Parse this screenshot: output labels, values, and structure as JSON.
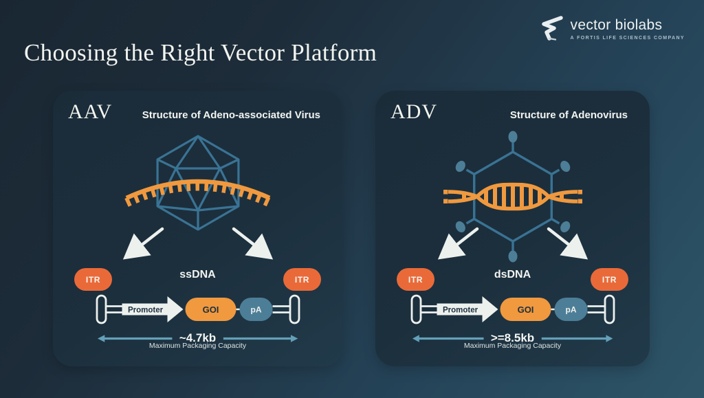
{
  "logo": {
    "name": "vector biolabs",
    "tagline": "A FORTIS LIFE SCIENCES COMPANY"
  },
  "title": "Choosing the Right Vector Platform",
  "panels": [
    {
      "code": "AAV",
      "title": "Structure of Adeno-associated Virus",
      "virus_icon": "icosahedral-capsid-with-ssdna-icon",
      "genome_label": "ssDNA",
      "itr_left": "ITR",
      "itr_right": "ITR",
      "promoter": "Promoter",
      "goi": "GOI",
      "pa": "pA",
      "capacity": "~4.7kb",
      "capacity_label": "Maximum Packaging Capacity"
    },
    {
      "code": "ADV",
      "title": "Structure of Adenovirus",
      "virus_icon": "hexagonal-capsid-with-fibers-dsdna-icon",
      "genome_label": "dsDNA",
      "itr_left": "ITR",
      "itr_right": "ITR",
      "promoter": "Promoter",
      "goi": "GOI",
      "pa": "pA",
      "capacity": ">=8.5kb",
      "capacity_label": "Maximum Packaging Capacity"
    }
  ],
  "colors": {
    "background_start": "#1a2733",
    "background_end": "#2e5568",
    "panel_bg": "#1c2f3d",
    "itr_orange": "#e96a38",
    "goi_orange": "#f0993f",
    "pa_teal": "#4d7e97",
    "capsid_outline": "#3a7394",
    "capacity_arrow": "#64a0b8",
    "text_light": "#f2f4f1",
    "text_dark": "#1d2f3d"
  }
}
